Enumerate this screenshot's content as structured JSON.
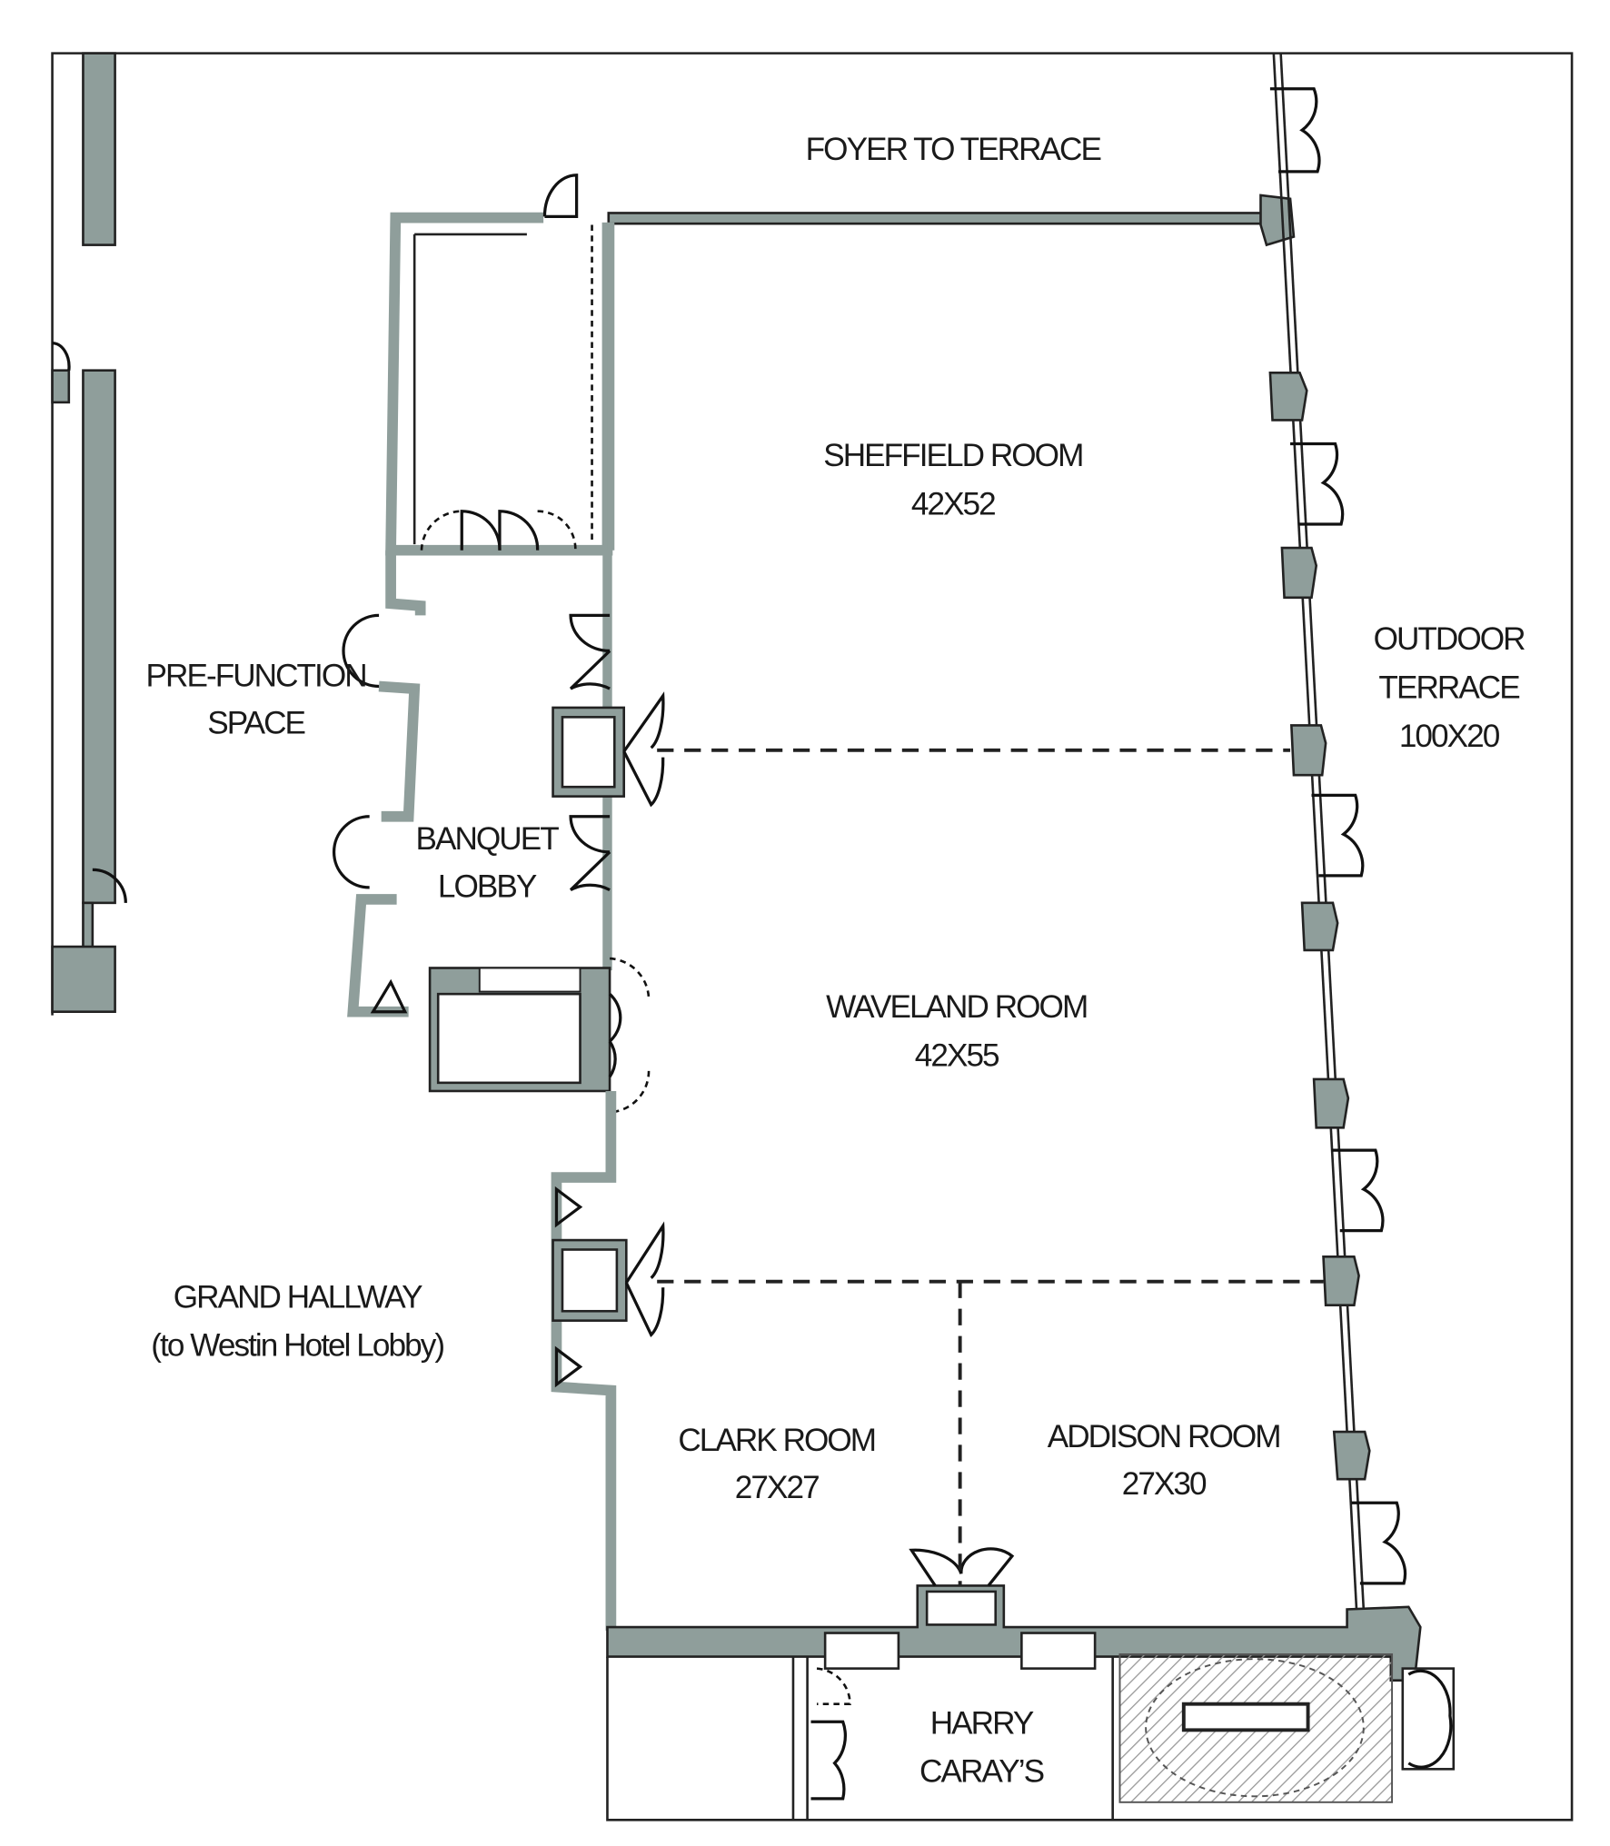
{
  "title": "Floor plan",
  "colors": {
    "wall": "#8f9e9b",
    "line": "#222222",
    "background": "#ffffff"
  },
  "spaces": {
    "foyer": {
      "name": "FOYER TO TERRACE"
    },
    "sheffield": {
      "name": "SHEFFIELD ROOM",
      "size": "42X52"
    },
    "waveland": {
      "name": "WAVELAND ROOM",
      "size": "42X55"
    },
    "clark": {
      "name": "CLARK ROOM",
      "size": "27X27"
    },
    "addison": {
      "name": "ADDISON ROOM",
      "size": "27X30"
    },
    "terrace": {
      "line1": "OUTDOOR",
      "line2": "TERRACE",
      "size": "100X20"
    },
    "prefunction": {
      "line1": "PRE-FUNCTION",
      "line2": "SPACE"
    },
    "banquet": {
      "line1": "BANQUET",
      "line2": "LOBBY"
    },
    "hallway": {
      "line1": "GRAND HALLWAY",
      "line2": "(to Westin Hotel Lobby)"
    },
    "harry": {
      "line1": "HARRY",
      "line2": "CARAY’S"
    }
  }
}
